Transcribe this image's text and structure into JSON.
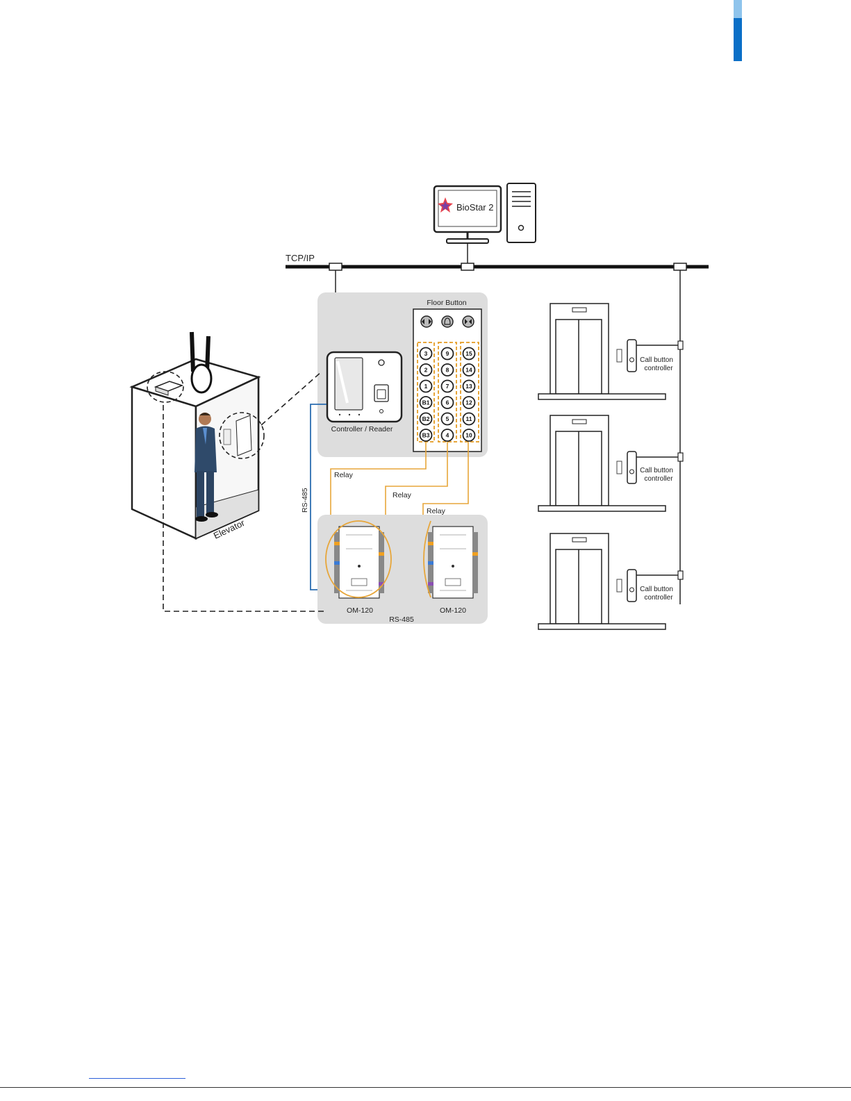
{
  "colors": {
    "tab_light": "#8fc4ec",
    "tab_dark": "#0b6fc7",
    "relay_wire": "#e7a63a",
    "rs485_wire": "#2b6db0",
    "panel_bg": "#dddddd"
  },
  "diagram": {
    "software": "BioStar 2",
    "network": "TCP/IP",
    "floor_button_title": "Floor Button",
    "controller_label": "Controller / Reader",
    "elevator_label": "Elevator",
    "rs485_vertical": "RS-485",
    "rs485_bottom": "RS-485",
    "relay_labels": [
      "Relay",
      "Relay",
      "Relay"
    ],
    "module_labels": [
      "OM-120",
      "OM-120"
    ],
    "call_button_labels": [
      [
        "Call button",
        "controller"
      ],
      [
        "Call button",
        "controller"
      ],
      [
        "Call button",
        "controller"
      ]
    ],
    "floor_buttons": [
      [
        "3",
        "2",
        "1",
        "B1",
        "B2",
        "B3"
      ],
      [
        "9",
        "8",
        "7",
        "6",
        "5",
        "4"
      ],
      [
        "15",
        "14",
        "13",
        "12",
        "11",
        "10"
      ]
    ],
    "top_button_icons": [
      "door-open-icon",
      "bell-icon",
      "door-close-icon"
    ]
  }
}
